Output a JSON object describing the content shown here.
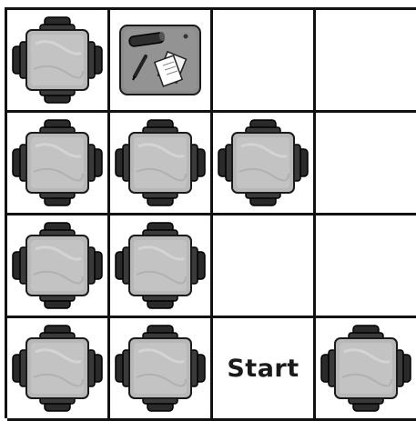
{
  "board": {
    "rows": 4,
    "cols": 4,
    "cells": [
      [
        "desk",
        "teacher-desk",
        "empty",
        "empty"
      ],
      [
        "desk",
        "desk",
        "desk",
        "empty"
      ],
      [
        "desk",
        "desk",
        "empty",
        "empty"
      ],
      [
        "desk",
        "desk",
        "start",
        "desk"
      ]
    ]
  },
  "labels": {
    "start": "Start"
  },
  "colors": {
    "grid_line": "#111111",
    "desk_fill": "#b8b8b8",
    "chair_fill": "#2a2a2a",
    "teacher_desk_fill": "#8c8c8c"
  }
}
